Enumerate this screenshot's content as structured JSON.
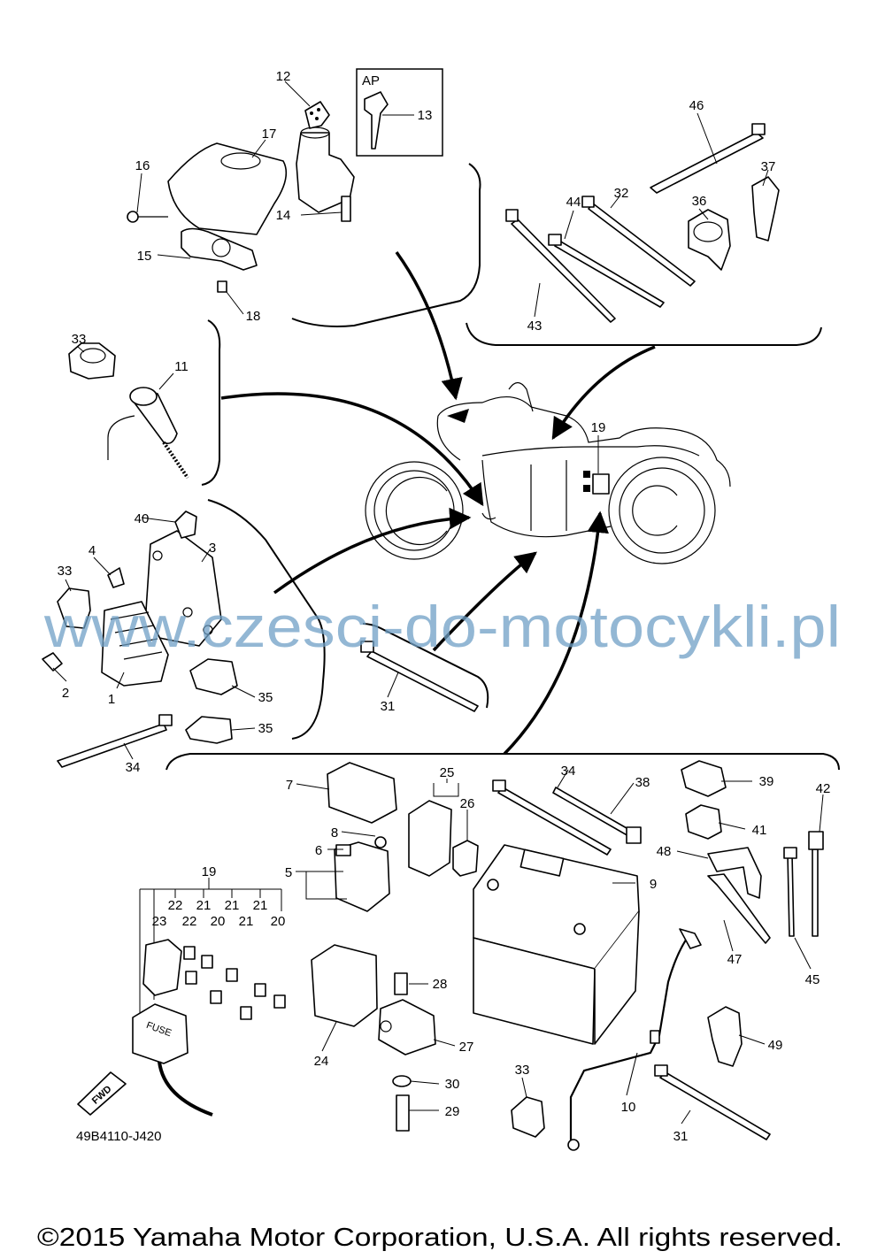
{
  "callouts": [
    "1",
    "2",
    "3",
    "4",
    "5",
    "6",
    "7",
    "8",
    "9",
    "10",
    "11",
    "12",
    "13",
    "14",
    "15",
    "16",
    "17",
    "18",
    "19",
    "20",
    "21",
    "22",
    "23",
    "24",
    "25",
    "26",
    "27",
    "28",
    "29",
    "30",
    "31",
    "32",
    "33",
    "34",
    "35",
    "36",
    "37",
    "38",
    "39",
    "40",
    "41",
    "42",
    "43",
    "44",
    "45",
    "46",
    "47",
    "48",
    "49"
  ],
  "option_box_label": "AP",
  "fuse_label": "FUSE",
  "fwd_label": "FWD",
  "diagram_code": "49B4110-J420",
  "watermark": "www.czesci-do-motocykli.pl",
  "copyright": "©2015 Yamaha Motor Corporation, U.S.A. All rights reserved."
}
